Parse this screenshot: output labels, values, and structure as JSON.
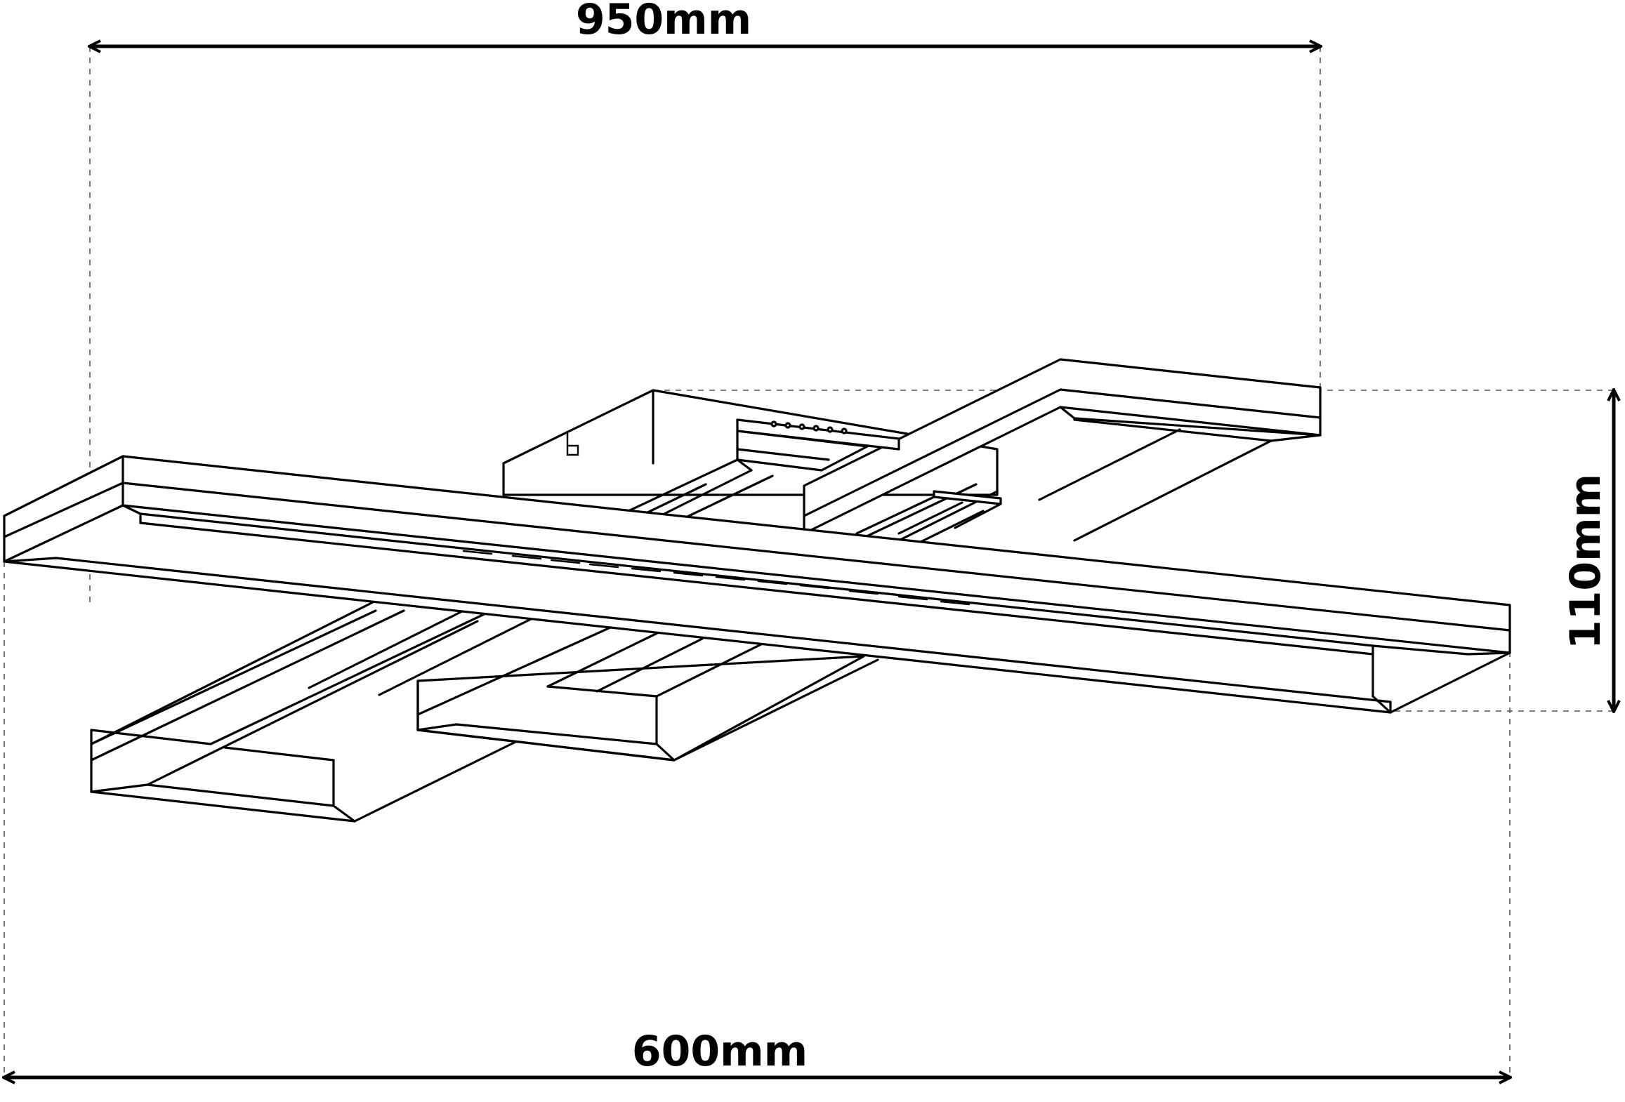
{
  "dimensions": {
    "top_width": "950mm",
    "bottom_width": "600mm",
    "height": "110mm"
  }
}
